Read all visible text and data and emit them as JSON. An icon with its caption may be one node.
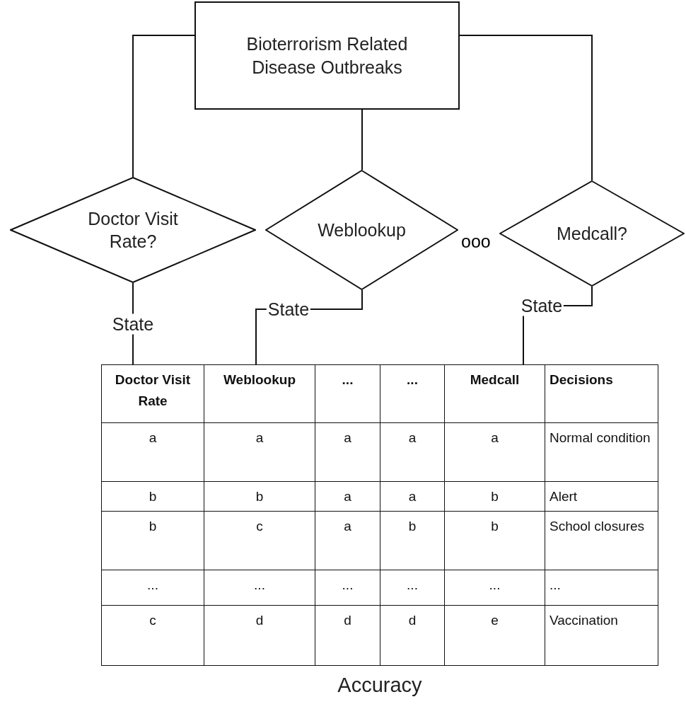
{
  "diagram": {
    "caption": "Accuracy",
    "nodes": [
      {
        "text": [
          "Bioterrorism Related Disease Outbreaks"
        ]
      },
      {
        "text": [
          "Doctor Visit Rate?"
        ]
      },
      {
        "text": [
          "Weblookup"
        ]
      },
      {
        "text": [
          "Medcall?"
        ]
      },
      {
        "text": [
          "Doctor Visit Rate"
        ]
      },
      {
        "text": [
          "Weblookup"
        ]
      },
      {
        "text": [
          "Medcall"
        ]
      }
    ],
    "edges": [
      {
        "from": 0,
        "to": 1,
        "arrow": "none"
      },
      {
        "from": 0,
        "to": 2,
        "arrow": "none"
      },
      {
        "from": 0,
        "to": 3,
        "arrow": "none"
      },
      {
        "from": 1,
        "to": 4,
        "arrow": "none",
        "label": "State"
      },
      {
        "from": 2,
        "to": 5,
        "arrow": "none",
        "label": "State"
      },
      {
        "from": 3,
        "to": 6,
        "arrow": "none",
        "label": "State"
      }
    ],
    "labels": [
      "ooo",
      "...",
      "...",
      "Decisions",
      "a",
      "a",
      "a",
      "a",
      "a",
      "Normal condition",
      "b",
      "b",
      "a",
      "a",
      "b",
      "Alert",
      "b",
      "c",
      "a",
      "b",
      "b",
      "School closures",
      "...",
      "...",
      "...",
      "...",
      "...",
      "...",
      "c",
      "d",
      "d",
      "d",
      "e",
      "Vaccination"
    ]
  }
}
